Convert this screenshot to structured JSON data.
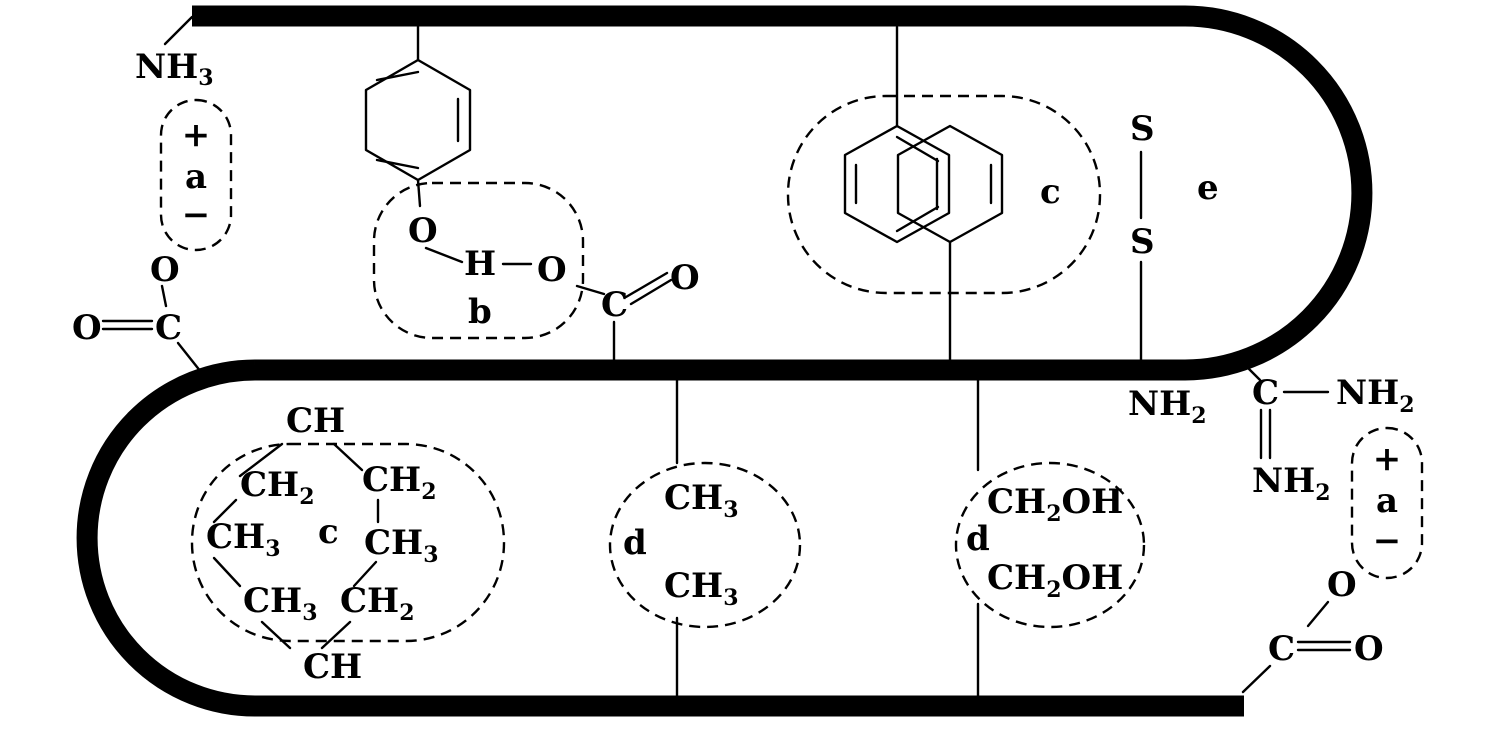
{
  "groups": {
    "nh3": "NH",
    "nh3_sub": "3",
    "o": "O",
    "c": "C",
    "h": "H",
    "ch": "CH",
    "ch2": "CH",
    "ch2_sub": "2",
    "ch3": "CH",
    "ch3_sub": "3",
    "ch2oh_a": "CH",
    "ch2oh_sub": "2",
    "ch2oh_b": "OH",
    "s": "S",
    "nh2": "NH",
    "nh2_sub": "2"
  },
  "labels": {
    "a": "a",
    "b": "b",
    "c": "c",
    "d": "d",
    "e": "e",
    "plus": "+",
    "minus": "−"
  },
  "colors": {
    "stroke": "#000000",
    "background": "#ffffff"
  }
}
